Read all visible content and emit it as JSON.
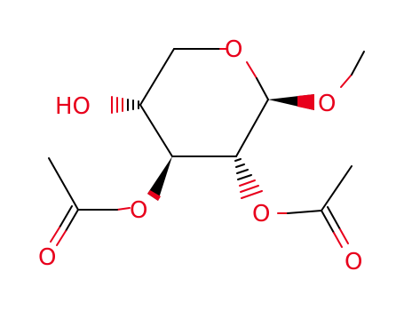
{
  "molecule": {
    "atom_color": "#e8001c",
    "bond_color": "#000000",
    "atoms": {
      "ring_oxygen": "O",
      "methoxy_oxygen": "O",
      "hydroxyl": "HO",
      "acetoxy_left_oxygen": "O",
      "acetoxy_left_carbonyl": "O",
      "acetoxy_right_oxygen": "O",
      "acetoxy_right_carbonyl": "O"
    }
  }
}
